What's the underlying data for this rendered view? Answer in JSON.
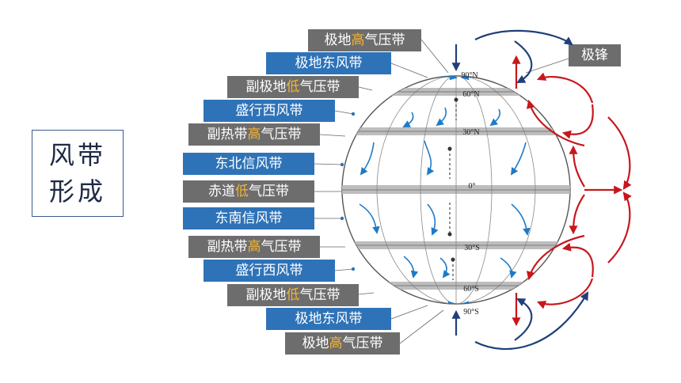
{
  "title": {
    "line1": "风带",
    "line2": "形成"
  },
  "labels": [
    {
      "id": "polar-high-n",
      "type": "pressure",
      "pre": "极地",
      "hl": "高",
      "post": "气压带"
    },
    {
      "id": "polar-easterlies-n",
      "type": "wind",
      "text": "极地东风带"
    },
    {
      "id": "subpolar-low-n",
      "type": "pressure",
      "pre": "副极地",
      "hl": "低",
      "post": "气压带"
    },
    {
      "id": "westerlies-n",
      "type": "wind",
      "text": "盛行西风带"
    },
    {
      "id": "subtropical-high-n",
      "type": "pressure",
      "pre": "副热带",
      "hl": "高",
      "post": "气压带"
    },
    {
      "id": "ne-trades",
      "type": "wind",
      "text": "东北信风带"
    },
    {
      "id": "equatorial-low",
      "type": "pressure",
      "pre": "赤道",
      "hl": "低",
      "post": "气压带"
    },
    {
      "id": "se-trades",
      "type": "wind",
      "text": "东南信风带"
    },
    {
      "id": "subtropical-high-s",
      "type": "pressure",
      "pre": "副热带",
      "hl": "高",
      "post": "气压带"
    },
    {
      "id": "westerlies-s",
      "type": "wind",
      "text": "盛行西风带"
    },
    {
      "id": "subpolar-low-s",
      "type": "pressure",
      "pre": "副极地",
      "hl": "低",
      "post": "气压带"
    },
    {
      "id": "polar-easterlies-s",
      "type": "wind",
      "text": "极地东风带"
    },
    {
      "id": "polar-high-s",
      "type": "pressure",
      "pre": "极地",
      "hl": "高",
      "post": "气压带"
    }
  ],
  "front_label": "极锋",
  "latitudes": [
    "90°N",
    "60°N",
    "30°N",
    "0°",
    "30°S",
    "60°S",
    "90°S"
  ],
  "colors": {
    "pressure_label": "#6d6d6d",
    "wind_label": "#2e73b8",
    "highlight": "#f3b431",
    "belt": "#bdbdbd",
    "wind_arrow": "#1f7ac6",
    "cold_air": "#1f3f7a",
    "warm_air": "#c8161d"
  }
}
